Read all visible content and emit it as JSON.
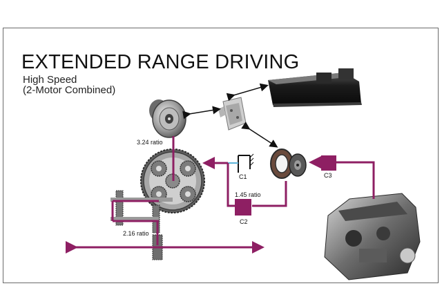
{
  "title": "EXTENDED RANGE DRIVING",
  "subtitle_line1": "High Speed",
  "subtitle_line2": "(2-Motor Combined)",
  "labels": {
    "ratio_324": "3.24 ratio",
    "ratio_145": "1.45 ratio",
    "ratio_216": "2.16 ratio",
    "clutch_c1": "C1",
    "clutch_c2": "C2",
    "clutch_c3": "C3"
  },
  "colors": {
    "power_flow": "#8e1f63",
    "clutch_fill": "#8e1f63",
    "arrow": "#111111",
    "ground": "#5bb3d8"
  },
  "components": [
    "battery-pack",
    "power-inverter-module",
    "motor-a-generator",
    "motor-b",
    "planetary-gear-set",
    "final-drive-gears",
    "combustion-engine",
    "ground-clutch"
  ]
}
